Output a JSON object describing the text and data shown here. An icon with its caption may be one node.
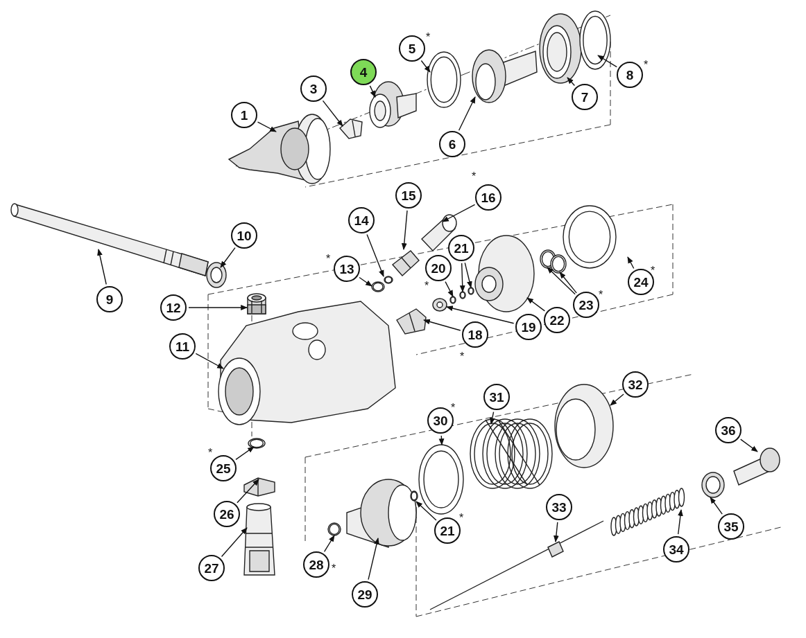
{
  "diagram": {
    "nodes": [
      {
        "text": [
          "1"
        ]
      },
      {
        "text": [
          "3"
        ]
      },
      {
        "text": [
          "4"
        ]
      },
      {
        "text": [
          "5"
        ],
        "beside": [
          "*"
        ]
      },
      {
        "text": [
          "6"
        ]
      },
      {
        "text": [
          "7"
        ]
      },
      {
        "text": [
          "8"
        ],
        "beside": [
          "*"
        ]
      },
      {
        "text": [
          "9"
        ]
      },
      {
        "text": [
          "10"
        ]
      },
      {
        "text": [
          "11"
        ]
      },
      {
        "text": [
          "12"
        ]
      },
      {
        "text": [
          "13"
        ],
        "beside": [
          "*"
        ]
      },
      {
        "text": [
          "14"
        ]
      },
      {
        "text": [
          "15"
        ]
      },
      {
        "text": [
          "16"
        ],
        "beside": [
          "*"
        ]
      },
      {
        "text": [
          "18"
        ],
        "beside": [
          "*"
        ]
      },
      {
        "text": [
          "19"
        ]
      },
      {
        "text": [
          "20"
        ],
        "beside": [
          "*"
        ]
      },
      {
        "text": [
          "21"
        ]
      },
      {
        "text": [
          "22"
        ]
      },
      {
        "text": [
          "23"
        ],
        "beside": [
          "*"
        ]
      },
      {
        "text": [
          "24"
        ],
        "beside": [
          "*"
        ]
      },
      {
        "text": [
          "25"
        ],
        "beside": [
          "*"
        ]
      },
      {
        "text": [
          "26"
        ]
      },
      {
        "text": [
          "27"
        ]
      },
      {
        "text": [
          "28"
        ],
        "beside": [
          "*"
        ]
      },
      {
        "text": [
          "29"
        ]
      },
      {
        "text": [
          "30"
        ],
        "beside": [
          "*"
        ]
      },
      {
        "text": [
          "21"
        ],
        "beside": [
          "*"
        ]
      },
      {
        "text": [
          "31"
        ]
      },
      {
        "text": [
          "32"
        ]
      },
      {
        "text": [
          "33"
        ]
      },
      {
        "text": [
          "34"
        ]
      },
      {
        "text": [
          "35"
        ]
      },
      {
        "text": [
          "36"
        ]
      },
      {
        "text": [],
        "shape": "picture"
      },
      {
        "text": [],
        "shape": "picture"
      },
      {
        "text": [],
        "shape": "picture"
      },
      {
        "text": [],
        "shape": "circle"
      },
      {
        "text": [],
        "shape": "picture"
      },
      {
        "text": [],
        "shape": "picture"
      },
      {
        "text": [],
        "shape": "circle"
      },
      {
        "text": [],
        "shape": "picture"
      },
      {
        "text": [],
        "shape": "picture"
      },
      {
        "text": [],
        "shape": "picture"
      },
      {
        "text": [],
        "shape": "picture"
      },
      {
        "text": [],
        "shape": "circle"
      },
      {
        "text": [],
        "shape": "circle"
      },
      {
        "text": [],
        "shape": "picture"
      },
      {
        "text": [],
        "shape": "picture"
      },
      {
        "text": [],
        "shape": "picture"
      },
      {
        "text": [],
        "shape": "picture"
      },
      {
        "text": [],
        "shape": "circle"
      },
      {
        "text": [],
        "shape": "circle"
      },
      {
        "text": [],
        "shape": "circle"
      },
      {
        "text": [],
        "shape": "picture"
      },
      {
        "text": [],
        "shape": "circle"
      },
      {
        "text": [],
        "shape": "circle"
      },
      {
        "text": [],
        "shape": "circle"
      },
      {
        "text": [],
        "shape": "circle"
      },
      {
        "text": [],
        "shape": "picture"
      },
      {
        "text": [],
        "shape": "picture"
      },
      {
        "text": [],
        "shape": "circle"
      },
      {
        "text": [],
        "shape": "picture"
      },
      {
        "text": [],
        "shape": "circle"
      },
      {
        "text": [],
        "shape": "circle"
      },
      {
        "text": [],
        "shape": "picture"
      },
      {
        "text": [],
        "shape": "picture"
      },
      {
        "text": [],
        "shape": "picture"
      },
      {
        "text": [],
        "shape": "picture"
      },
      {
        "text": [],
        "shape": "picture"
      },
      {
        "text": [],
        "shape": "picture"
      }
    ],
    "edges": [
      {
        "from": 0,
        "to": 35,
        "arrow": "to"
      },
      {
        "from": 1,
        "to": 36,
        "arrow": "to"
      },
      {
        "from": 2,
        "to": 37,
        "arrow": "to"
      },
      {
        "from": 3,
        "to": 38,
        "arrow": "to"
      },
      {
        "from": 4,
        "to": 39,
        "arrow": "to"
      },
      {
        "from": 5,
        "to": 40,
        "arrow": "to"
      },
      {
        "from": 6,
        "to": 41,
        "arrow": "to"
      },
      {
        "from": 7,
        "to": 42,
        "arrow": "to"
      },
      {
        "from": 8,
        "to": 43,
        "arrow": "to"
      },
      {
        "from": 9,
        "to": 44,
        "arrow": "to"
      },
      {
        "from": 10,
        "to": 45,
        "arrow": "to"
      },
      {
        "from": 11,
        "to": 46,
        "arrow": "to"
      },
      {
        "from": 12,
        "to": 47,
        "arrow": "to"
      },
      {
        "from": 13,
        "to": 48,
        "arrow": "to"
      },
      {
        "from": 14,
        "to": 49,
        "arrow": "to"
      },
      {
        "from": 15,
        "to": 50,
        "arrow": "to"
      },
      {
        "from": 16,
        "to": 51,
        "arrow": "to"
      },
      {
        "from": 17,
        "to": 52,
        "arrow": "to"
      },
      {
        "from": 18,
        "to": 53,
        "arrow": "to"
      },
      {
        "from": 18,
        "to": 54,
        "arrow": "to"
      },
      {
        "from": 19,
        "to": 55,
        "arrow": "to"
      },
      {
        "from": 20,
        "to": 56,
        "arrow": "to"
      },
      {
        "from": 20,
        "to": 57,
        "arrow": "to"
      },
      {
        "from": 21,
        "to": 58,
        "arrow": "to"
      },
      {
        "from": 22,
        "to": 59,
        "arrow": "to"
      },
      {
        "from": 23,
        "to": 60,
        "arrow": "to"
      },
      {
        "from": 24,
        "to": 61,
        "arrow": "to"
      },
      {
        "from": 25,
        "to": 62,
        "arrow": "to"
      },
      {
        "from": 26,
        "to": 63,
        "arrow": "to"
      },
      {
        "from": 27,
        "to": 64,
        "arrow": "to"
      },
      {
        "from": 28,
        "to": 65,
        "arrow": "to"
      },
      {
        "from": 29,
        "to": 66,
        "arrow": "to"
      },
      {
        "from": 30,
        "to": 67,
        "arrow": "to"
      },
      {
        "from": 31,
        "to": 68,
        "arrow": "to"
      },
      {
        "from": 32,
        "to": 69,
        "arrow": "to"
      },
      {
        "from": 33,
        "to": 70,
        "arrow": "to"
      },
      {
        "from": 34,
        "to": 71,
        "arrow": "to"
      }
    ]
  }
}
